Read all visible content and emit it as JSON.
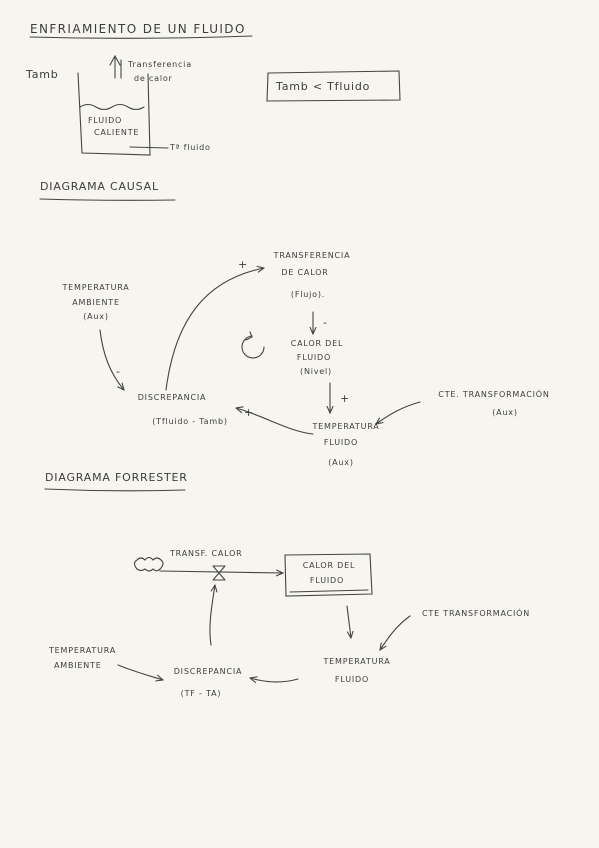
{
  "heading_cooling": "ENFRIAMIENTO DE UN FLUIDO",
  "heading_causal": "DIAGRAMA CAUSAL",
  "heading_forrester": "DIAGRAMA FORRESTER",
  "cooling": {
    "tamb": "Tamb",
    "transfer_line1": "Transferencia",
    "transfer_line2": "de calor",
    "fluid_line1": "FLUIDO",
    "fluid_line2": "CALIENTE",
    "temp_fluid": "Tª fluido",
    "condition": "Tamb < Tfluido"
  },
  "causal": {
    "transfer_line1": "TRANSFERENCIA",
    "transfer_line2": "DE CALOR",
    "transfer_line3": "(Flujo).",
    "ambient_line1": "TEMPERATURA",
    "ambient_line2": "AMBIENTE",
    "ambient_line3": "(Aux)",
    "heat_line1": "CALOR DEL",
    "heat_line2": "FLUIDO",
    "heat_line3": "(Nivel)",
    "discrepancy_line1": "DISCREPANCIA",
    "discrepancy_line2": "(Tfluido - Tamb)",
    "fluid_temp_line1": "TEMPERATURA",
    "fluid_temp_line2": "FLUIDO",
    "fluid_temp_line3": "(Aux)",
    "constant_line1": "CTE. TRANSFORMACIÓN",
    "constant_line2": "(Aux)",
    "sign_plus_top": "+",
    "sign_minus_heat": "-",
    "sign_plus_temp": "+",
    "sign_minus_ambient": "-",
    "sign_plus_disc": "+"
  },
  "forrester": {
    "flow_label": "TRANSF. CALOR",
    "level_line1": "CALOR DEL",
    "level_line2": "FLUIDO",
    "constant": "CTE TRANSFORMACIÓN",
    "ambient_line1": "TEMPERATURA",
    "ambient_line2": "AMBIENTE",
    "fluid_temp_line1": "TEMPERATURA",
    "fluid_temp_line2": "FLUIDO",
    "discrepancy_line1": "DISCREPANCIA",
    "discrepancy_line2": "(TF - TA)"
  }
}
